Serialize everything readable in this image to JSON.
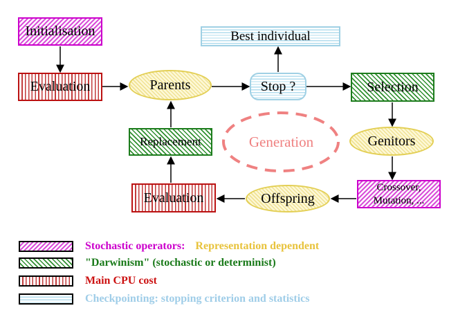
{
  "diagram": {
    "nodes": {
      "initialisation": "Initialisation",
      "evaluation_top": "Evaluation",
      "parents": "Parents",
      "best_individual": "Best individual",
      "stop": "Stop ?",
      "selection": "Selection",
      "replacement": "Replacement",
      "generation": "Generation",
      "genitors": "Genitors",
      "evaluation_bottom": "Evaluation",
      "crossover_line1": "Crossover,",
      "crossover_line2": "Mutation, ...",
      "offspring": "Offspring"
    },
    "edges": [
      {
        "from": "initialisation",
        "to": "evaluation_top"
      },
      {
        "from": "evaluation_top",
        "to": "parents"
      },
      {
        "from": "parents",
        "to": "stop"
      },
      {
        "from": "stop",
        "to": "best_individual"
      },
      {
        "from": "stop",
        "to": "selection"
      },
      {
        "from": "selection",
        "to": "genitors"
      },
      {
        "from": "genitors",
        "to": "crossover_mutation"
      },
      {
        "from": "crossover_mutation",
        "to": "offspring"
      },
      {
        "from": "offspring",
        "to": "evaluation_bottom"
      },
      {
        "from": "evaluation_bottom",
        "to": "replacement"
      },
      {
        "from": "replacement",
        "to": "parents"
      }
    ]
  },
  "legend": {
    "items": [
      {
        "pattern": "magenta-diagonal-hatch",
        "label": "Stochastic operators:",
        "label_secondary": "Representation dependent",
        "label_color": "#cc00cc",
        "label_secondary_color": "#e8c33c"
      },
      {
        "pattern": "green-diagonal-hatch",
        "label": "\"Darwinism\" (stochastic or determinist)",
        "label_color": "#1a7a1a"
      },
      {
        "pattern": "red-vertical-stripes",
        "label": "Main CPU cost",
        "label_color": "#cc1111"
      },
      {
        "pattern": "cyan-horizontal-stripes",
        "label": "Checkpointing: stopping criterion and statistics",
        "label_color": "#9fcde8"
      }
    ]
  },
  "colors": {
    "stochastic_magenta": "#cc00cc",
    "darwinism_green": "#1c7c1c",
    "cpu_red": "#bb1111",
    "checkpoint_cyan": "#9fd0e4",
    "population_yellow": "#e3cf55",
    "generation_salmon": "#ef8181",
    "arrow_black": "#000000",
    "background": "#ffffff"
  }
}
